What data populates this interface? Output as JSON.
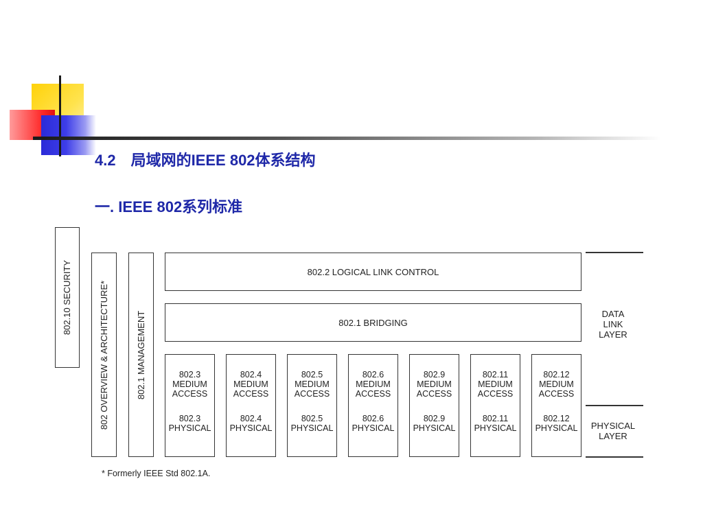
{
  "slide": {
    "section_number": "4.2",
    "section_title": "局域网的IEEE 802体系结构",
    "subheading": "一. IEEE 802系列标准"
  },
  "diagram": {
    "security_label": "802.10 SECURITY",
    "overview_label": "802 OVERVIEW & ARCHITECTURE*",
    "management_label": "802.1 MANAGEMENT",
    "llc_label": "802.2 LOGICAL LINK CONTROL",
    "bridging_label": "802.1 BRIDGING",
    "standards": [
      {
        "mac_num": "802.3",
        "mac_l1": "MEDIUM",
        "mac_l2": "ACCESS",
        "phy_num": "802.3",
        "phy_label": "PHYSICAL"
      },
      {
        "mac_num": "802.4",
        "mac_l1": "MEDIUM",
        "mac_l2": "ACCESS",
        "phy_num": "802.4",
        "phy_label": "PHYSICAL"
      },
      {
        "mac_num": "802.5",
        "mac_l1": "MEDIUM",
        "mac_l2": "ACCESS",
        "phy_num": "802.5",
        "phy_label": "PHYSICAL"
      },
      {
        "mac_num": "802.6",
        "mac_l1": "MEDIUM",
        "mac_l2": "ACCESS",
        "phy_num": "802.6",
        "phy_label": "PHYSICAL"
      },
      {
        "mac_num": "802.9",
        "mac_l1": "MEDIUM",
        "mac_l2": "ACCESS",
        "phy_num": "802.9",
        "phy_label": "PHYSICAL"
      },
      {
        "mac_num": "802.11",
        "mac_l1": "MEDIUM",
        "mac_l2": "ACCESS",
        "phy_num": "802.11",
        "phy_label": "PHYSICAL"
      },
      {
        "mac_num": "802.12",
        "mac_l1": "MEDIUM",
        "mac_l2": "ACCESS",
        "phy_num": "802.12",
        "phy_label": "PHYSICAL"
      }
    ],
    "data_link_layer": [
      "DATA",
      "LINK",
      "LAYER"
    ],
    "physical_layer": [
      "PHYSICAL",
      "LAYER"
    ],
    "footnote": "* Formerly IEEE Std 802.1A."
  }
}
